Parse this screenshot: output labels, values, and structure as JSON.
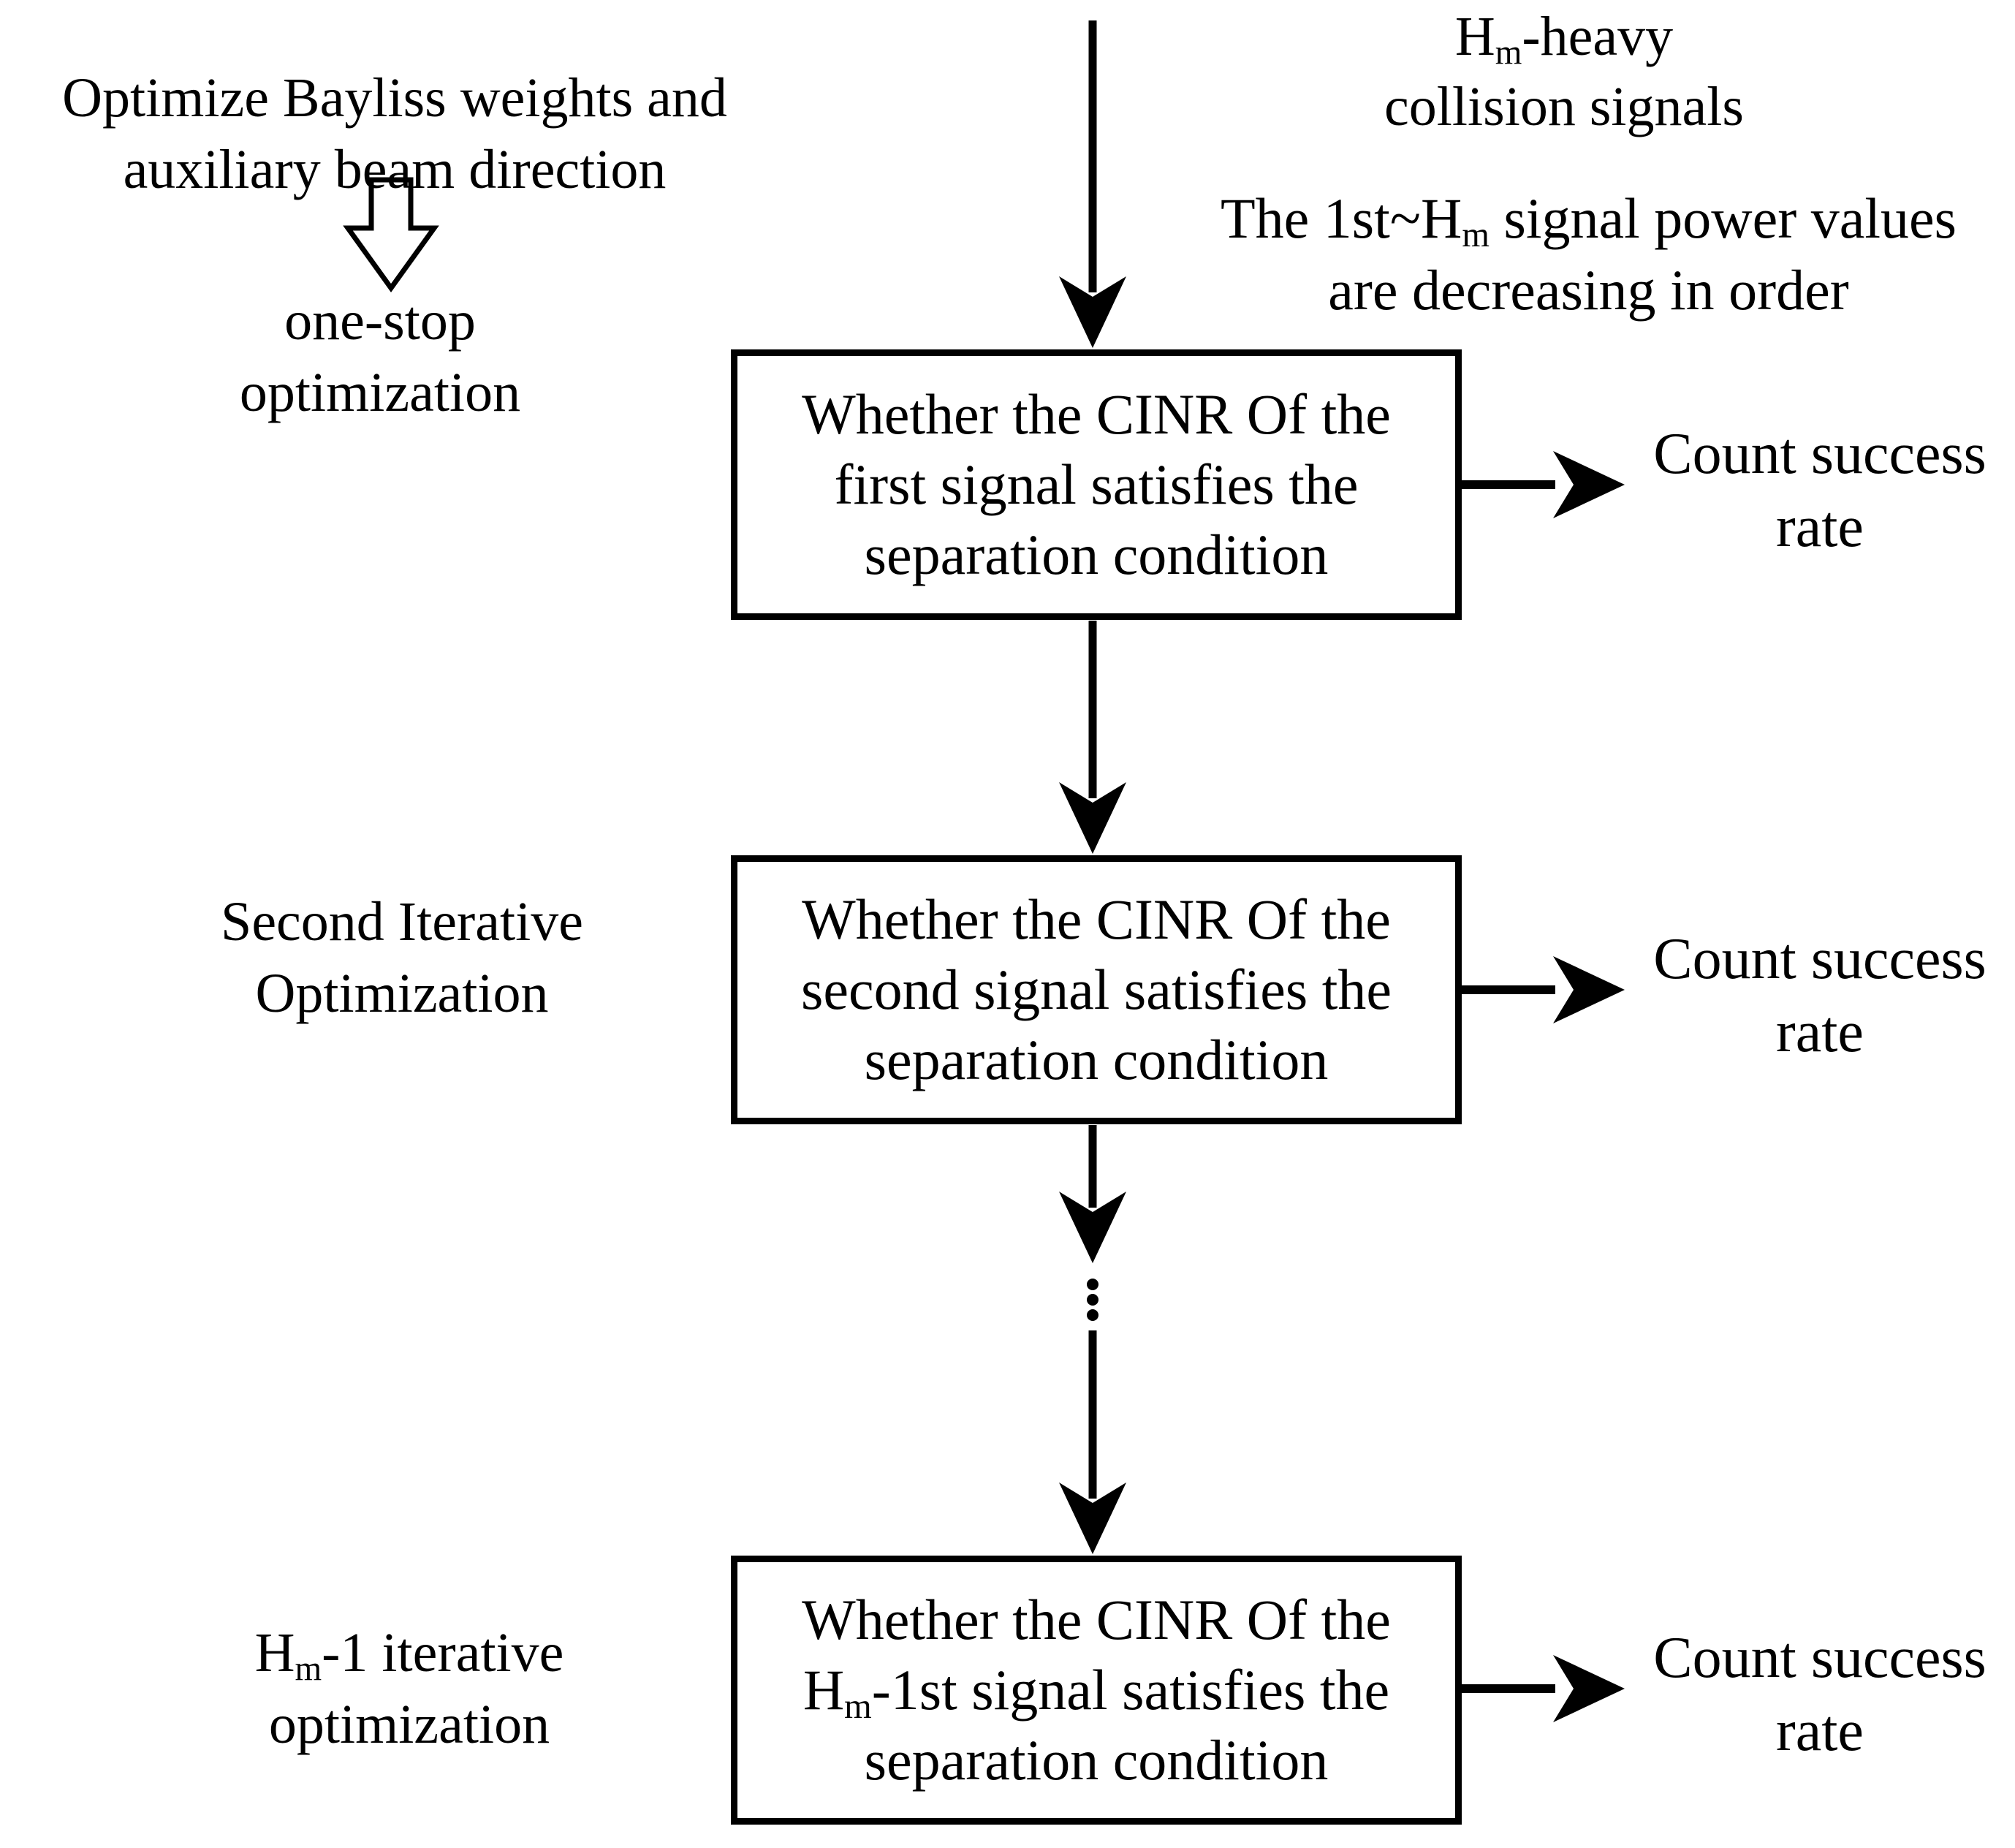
{
  "diagram": {
    "background": "#ffffff",
    "ink": "#000000"
  },
  "labels": {
    "optimize": {
      "line1": "Optimize Bayliss weights and",
      "line2": "auxiliary beam direction"
    },
    "one_stop": {
      "line1": "one-stop",
      "line2": "optimization"
    },
    "second_iterative": {
      "line1": "Second Iterative",
      "line2": "Optimization"
    },
    "hm_minus_1": {
      "line1_pre": "H",
      "line1_sub": "m",
      "line1_post": "-1 iterative",
      "line2": "optimization"
    }
  },
  "inputs_note": {
    "heavy": {
      "line1_pre": "H",
      "line1_sub": "m",
      "line1_post": "-heavy",
      "line2": "collision signals"
    },
    "power": {
      "line1_pre": "The 1st~H",
      "line1_sub": "m",
      "line1_post": " signal power values",
      "line2": "are decreasing in order"
    }
  },
  "boxes": [
    {
      "line1": "Whether the CINR Of the",
      "line2_pre": "first signal satisfies the",
      "line2_sub": "",
      "line2_post": "",
      "line3": "separation condition"
    },
    {
      "line1": "Whether the CINR Of the",
      "line2_pre": "second signal satisfies the",
      "line2_sub": "",
      "line2_post": "",
      "line3": "separation condition"
    },
    {
      "line1": "Whether the CINR Of the",
      "line2_pre": "H",
      "line2_sub": "m",
      "line2_post": "-1st signal satisfies the",
      "line3": "separation condition"
    }
  ],
  "outputs": {
    "count_success": {
      "line1": "Count success",
      "line2": "rate"
    }
  }
}
